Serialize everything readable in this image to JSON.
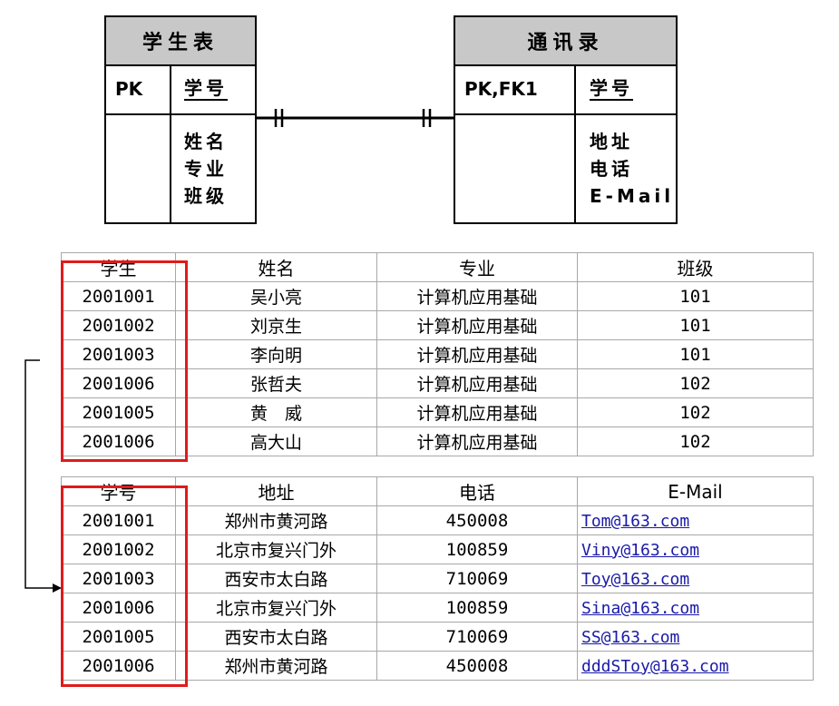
{
  "er": {
    "student_entity": {
      "title": "学生表",
      "pk_label": "PK",
      "key_field": "学号",
      "attributes": [
        "姓名",
        "专业",
        "班级"
      ]
    },
    "contact_entity": {
      "title": "通讯录",
      "pk_label": "PK,FK1",
      "key_field": "学号",
      "attributes": [
        "地址",
        "电话",
        "E-Mail"
      ]
    }
  },
  "student_table": {
    "headers": [
      "学生",
      "姓名",
      "专业",
      "班级"
    ],
    "rows": [
      [
        "2001001",
        "吴小亮",
        "计算机应用基础",
        "101"
      ],
      [
        "2001002",
        "刘京生",
        "计算机应用基础",
        "101"
      ],
      [
        "2001003",
        "李向明",
        "计算机应用基础",
        "101"
      ],
      [
        "2001006",
        "张哲夫",
        "计算机应用基础",
        "102"
      ],
      [
        "2001005",
        "黄　威",
        "计算机应用基础",
        "102"
      ],
      [
        "2001006",
        "高大山",
        "计算机应用基础",
        "102"
      ]
    ]
  },
  "contact_table": {
    "headers": [
      "学号",
      "地址",
      "电话",
      "E-Mail"
    ],
    "rows": [
      [
        "2001001",
        "郑州市黄河路",
        "450008",
        "Tom@163.com"
      ],
      [
        "2001002",
        "北京市复兴门外",
        "100859",
        "Viny@163.com"
      ],
      [
        "2001003",
        "西安市太白路",
        "710069",
        "Toy@163.com"
      ],
      [
        "2001006",
        "北京市复兴门外",
        "100859",
        "Sina@163.com"
      ],
      [
        "2001005",
        "西安市太白路",
        "710069",
        "SS@163.com"
      ],
      [
        "2001006",
        "郑州市黄河路",
        "450008",
        "dddSToy@163.com"
      ]
    ]
  },
  "colors": {
    "highlight_box": "#e01b1b",
    "entity_header": "#c8c8c8",
    "link": "#1a1aa8"
  }
}
